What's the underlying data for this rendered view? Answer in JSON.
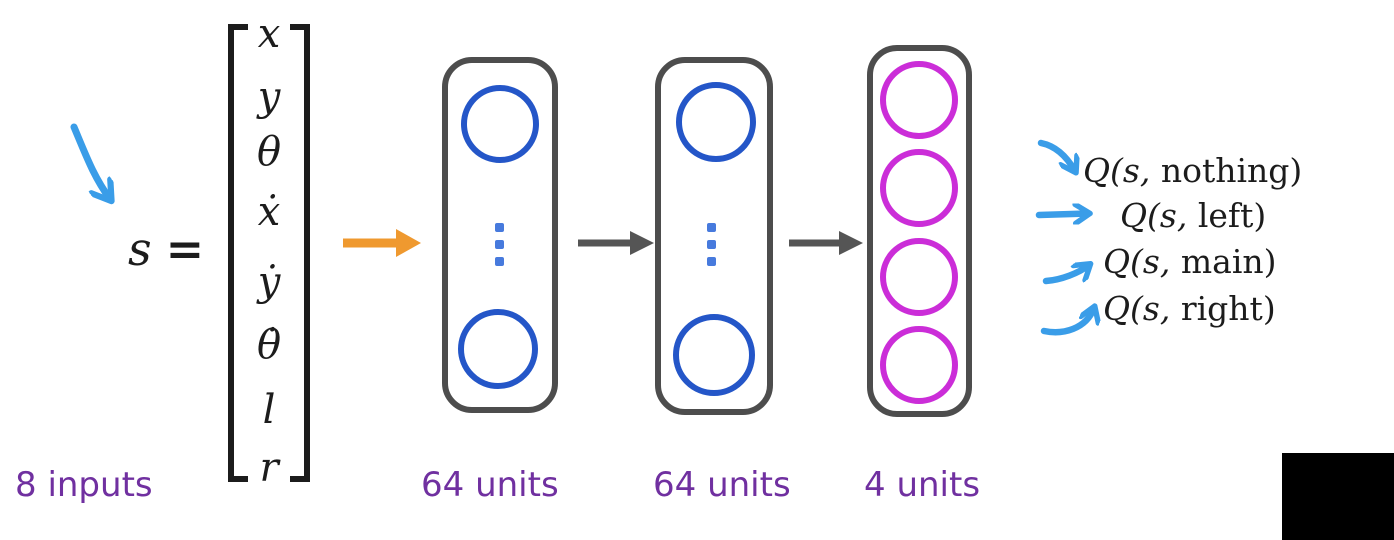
{
  "equation": {
    "lhs_symbol": "s",
    "equals": "=",
    "vector": [
      "x",
      "y",
      "θ",
      "ẋ",
      "ẏ",
      "θ̇",
      "l",
      "r"
    ]
  },
  "labels": {
    "inputs": "8 inputs",
    "layer1_units": "64 units",
    "layer2_units": "64 units",
    "output_units": "4 units"
  },
  "outputs": [
    {
      "fn": "Q(s,",
      "arg": " nothing)"
    },
    {
      "fn": "Q(s,",
      "arg": " left)"
    },
    {
      "fn": "Q(s,",
      "arg": " main)"
    },
    {
      "fn": "Q(s,",
      "arg": " right)"
    }
  ],
  "colors": {
    "hidden_node_blue": "#2456c8",
    "hidden_dots_blue": "#477add",
    "output_node_magenta": "#cb2dd8",
    "layer_border_gray": "#4d4d4d",
    "input_arrow_orange": "#ef992f",
    "inter_layer_arrow_gray": "#555555",
    "annotation_arrow_blue": "#3a9de8",
    "label_purple": "#7030a0",
    "math_black": "#1c1c1c"
  }
}
